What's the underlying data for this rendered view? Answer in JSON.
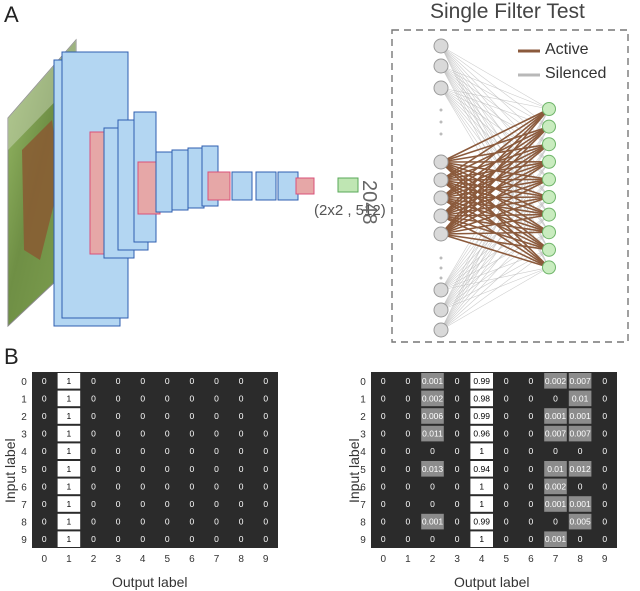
{
  "panel_a": {
    "letter": "A",
    "shape_label": "(2x2 , 512)",
    "test_title": "Single Filter Test",
    "legend": [
      {
        "label": "Active",
        "color": "#8b5a3c"
      },
      {
        "label": "Silenced",
        "color": "#b8b8b8"
      }
    ],
    "neuron_count": "2048",
    "colors": {
      "conv": "#b3d6f2",
      "conv_edge": "#2f5fb0",
      "pool": "#e6a7a7",
      "pool_edge": "#d9507a",
      "output": "#bfe6b3",
      "output_edge": "#5aa85a",
      "input_node": "#d9d9d9",
      "output_node": "#c9ecbf"
    }
  },
  "panel_b": {
    "letter": "B",
    "left": {
      "ylabel": "Input label",
      "xlabel": "Output label",
      "row_labels": [
        "0",
        "1",
        "2",
        "3",
        "4",
        "5",
        "6",
        "7",
        "8",
        "9"
      ],
      "col_labels": [
        "0",
        "1",
        "2",
        "3",
        "4",
        "5",
        "6",
        "7",
        "8",
        "9"
      ],
      "cells": [
        [
          "0",
          "1",
          "0",
          "0",
          "0",
          "0",
          "0",
          "0",
          "0",
          "0"
        ],
        [
          "0",
          "1",
          "0",
          "0",
          "0",
          "0",
          "0",
          "0",
          "0",
          "0"
        ],
        [
          "0",
          "1",
          "0",
          "0",
          "0",
          "0",
          "0",
          "0",
          "0",
          "0"
        ],
        [
          "0",
          "1",
          "0",
          "0",
          "0",
          "0",
          "0",
          "0",
          "0",
          "0"
        ],
        [
          "0",
          "1",
          "0",
          "0",
          "0",
          "0",
          "0",
          "0",
          "0",
          "0"
        ],
        [
          "0",
          "1",
          "0",
          "0",
          "0",
          "0",
          "0",
          "0",
          "0",
          "0"
        ],
        [
          "0",
          "1",
          "0",
          "0",
          "0",
          "0",
          "0",
          "0",
          "0",
          "0"
        ],
        [
          "0",
          "1",
          "0",
          "0",
          "0",
          "0",
          "0",
          "0",
          "0",
          "0"
        ],
        [
          "0",
          "1",
          "0",
          "0",
          "0",
          "0",
          "0",
          "0",
          "0",
          "0"
        ],
        [
          "0",
          "1",
          "0",
          "0",
          "0",
          "0",
          "0",
          "0",
          "0",
          "0"
        ]
      ]
    },
    "right": {
      "ylabel": "Input label",
      "xlabel": "Output label",
      "row_labels": [
        "0",
        "1",
        "2",
        "3",
        "4",
        "5",
        "6",
        "7",
        "8",
        "9"
      ],
      "col_labels": [
        "0",
        "1",
        "2",
        "3",
        "4",
        "5",
        "6",
        "7",
        "8",
        "9"
      ],
      "cells": [
        [
          "0",
          "0",
          "0.001",
          "0",
          "0.99",
          "0",
          "0",
          "0.002",
          "0.007",
          "0"
        ],
        [
          "0",
          "0",
          "0.002",
          "0",
          "0.98",
          "0",
          "0",
          "0",
          "0.01",
          "0"
        ],
        [
          "0",
          "0",
          "0.006",
          "0",
          "0.99",
          "0",
          "0",
          "0.001",
          "0.001",
          "0"
        ],
        [
          "0",
          "0",
          "0.011",
          "0",
          "0.96",
          "0",
          "0",
          "0.007",
          "0.007",
          "0"
        ],
        [
          "0",
          "0",
          "0",
          "0",
          "1",
          "0",
          "0",
          "0",
          "0",
          "0"
        ],
        [
          "0",
          "0",
          "0.013",
          "0",
          "0.94",
          "0",
          "0",
          "0.01",
          "0.012",
          "0"
        ],
        [
          "0",
          "0",
          "0",
          "0",
          "1",
          "0",
          "0",
          "0.002",
          "0",
          "0"
        ],
        [
          "0",
          "0",
          "0",
          "0",
          "1",
          "0",
          "0",
          "0.001",
          "0.001",
          "0"
        ],
        [
          "0",
          "0",
          "0.001",
          "0",
          "0.99",
          "0",
          "0",
          "0",
          "0.005",
          "0"
        ],
        [
          "0",
          "0",
          "0",
          "0",
          "1",
          "0",
          "0",
          "0.001",
          "0",
          "0"
        ]
      ]
    },
    "colors": {
      "zero": "#2b2b2b",
      "small": "#8c8c8c",
      "high": "#ffffff"
    }
  }
}
